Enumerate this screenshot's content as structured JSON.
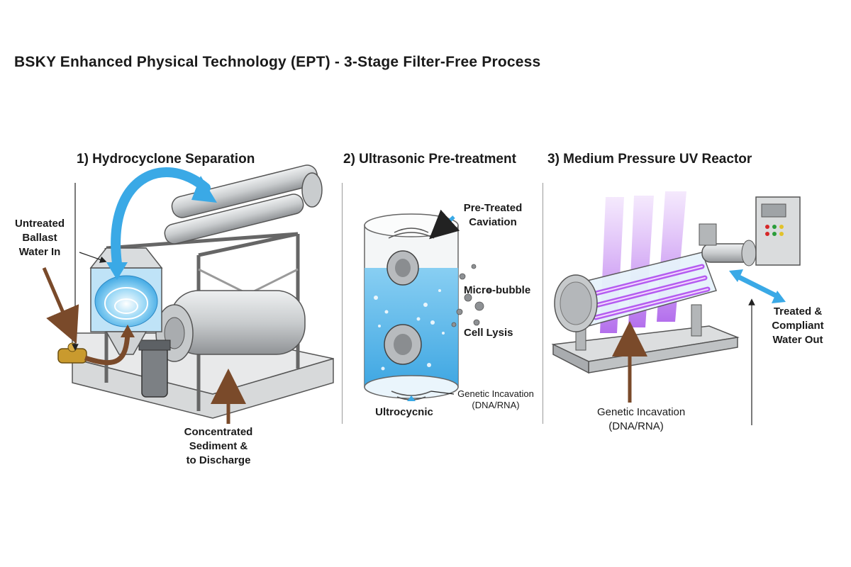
{
  "title": "BSKY Enhanced Physical Technology (EPT) - 3-Stage Filter-Free Process",
  "stages": [
    {
      "title": "1) Hydrocyclone Separation",
      "labels": {
        "inlet": [
          "Untreated",
          "Ballast",
          "Water In"
        ],
        "sediment": [
          "Concentrated",
          "Sediment &",
          "to Discharge"
        ]
      }
    },
    {
      "title": "2) Ultrasonic Pre-treatment",
      "labels": {
        "caviation": [
          "Pre-Treated",
          "Caviation"
        ],
        "microbubble": "Micro-bubble",
        "lysis": "Cell Lysis",
        "genetic": [
          "Genetic Incavation",
          "(DNA/RNA)"
        ],
        "ultrocycnic": "Ultrocycnic"
      }
    },
    {
      "title": "3) Medium Pressure UV Reactor",
      "labels": {
        "genetic": [
          "Genetic Incavation",
          "(DNA/RNA)"
        ],
        "outlet": [
          "Treated &",
          "Compliant",
          "Water Out"
        ]
      }
    }
  ],
  "colors": {
    "water": "#3aa9e6",
    "water_light": "#bfe3f7",
    "uv": "#a64de8",
    "sediment_arrow": "#7a4a2a",
    "metal": "#cfd2d4",
    "metal_dark": "#8e9194"
  }
}
